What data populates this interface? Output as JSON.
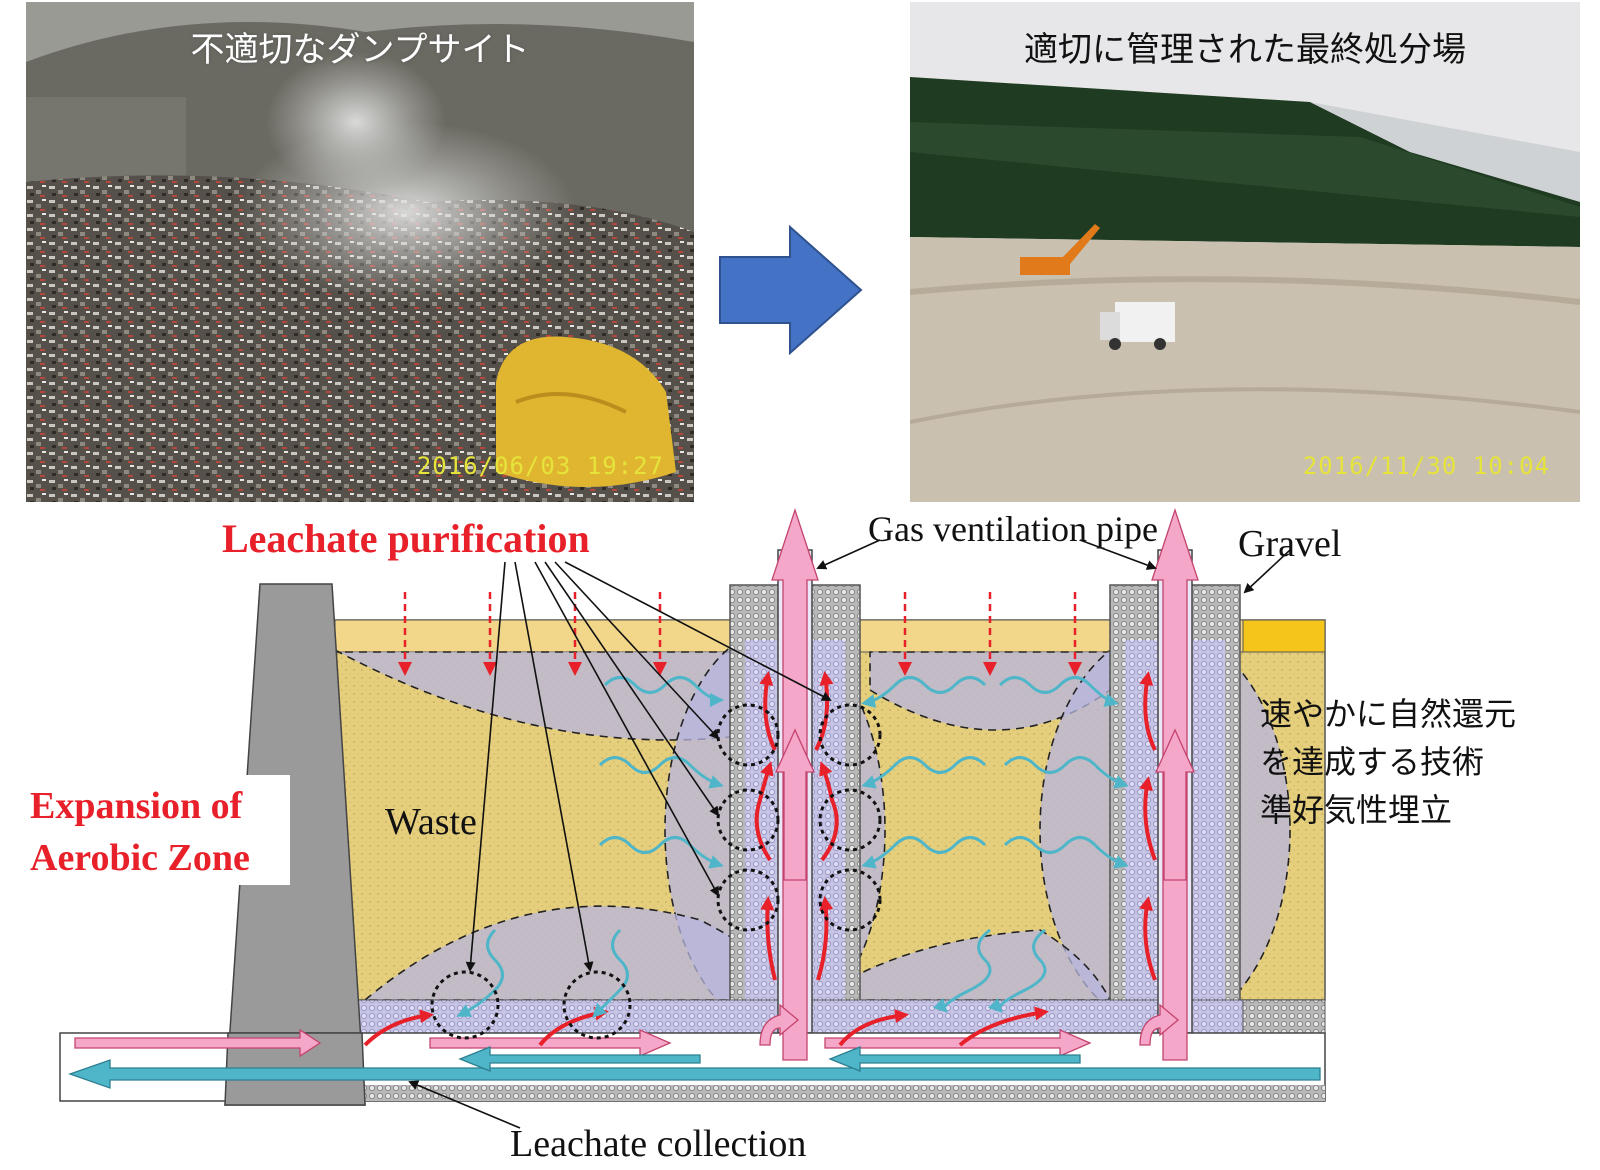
{
  "photos": {
    "left": {
      "caption": "不適切なダンプサイト",
      "timestamp": "2016/06/03  19:27"
    },
    "right": {
      "caption": "適切に管理された最終処分場",
      "timestamp": "2016/11/30  10:04"
    }
  },
  "transition_arrow": {
    "icon": "right-arrow-icon",
    "color": "#4472c4"
  },
  "diagram": {
    "labels": {
      "leachate_purification": "Leachate purification",
      "gas_ventilation_pipe": "Gas ventilation pipe",
      "gravel": "Gravel",
      "waste": "Waste",
      "expansion_line1": "Expansion of",
      "expansion_line2": "Aerobic Zone",
      "leachate_collection": "Leachate collection"
    },
    "japanese_note": [
      "速やかに自然還元",
      "を達成する技術",
      "準好気性埋立"
    ],
    "colors": {
      "waste_fill": "#e6cf7c",
      "cover_soil": "#f2d689",
      "cover_soil_orange": "#f5c51b",
      "aerobic_zone": "#b7b6df",
      "air_flow_arrow": "#f4a7c8",
      "gas_flow_arrow": "#e8202a",
      "leachate_flow_arrow": "#4fb6c9",
      "dam_wall": "#9a9a9a",
      "label_red": "#e8202a"
    }
  }
}
